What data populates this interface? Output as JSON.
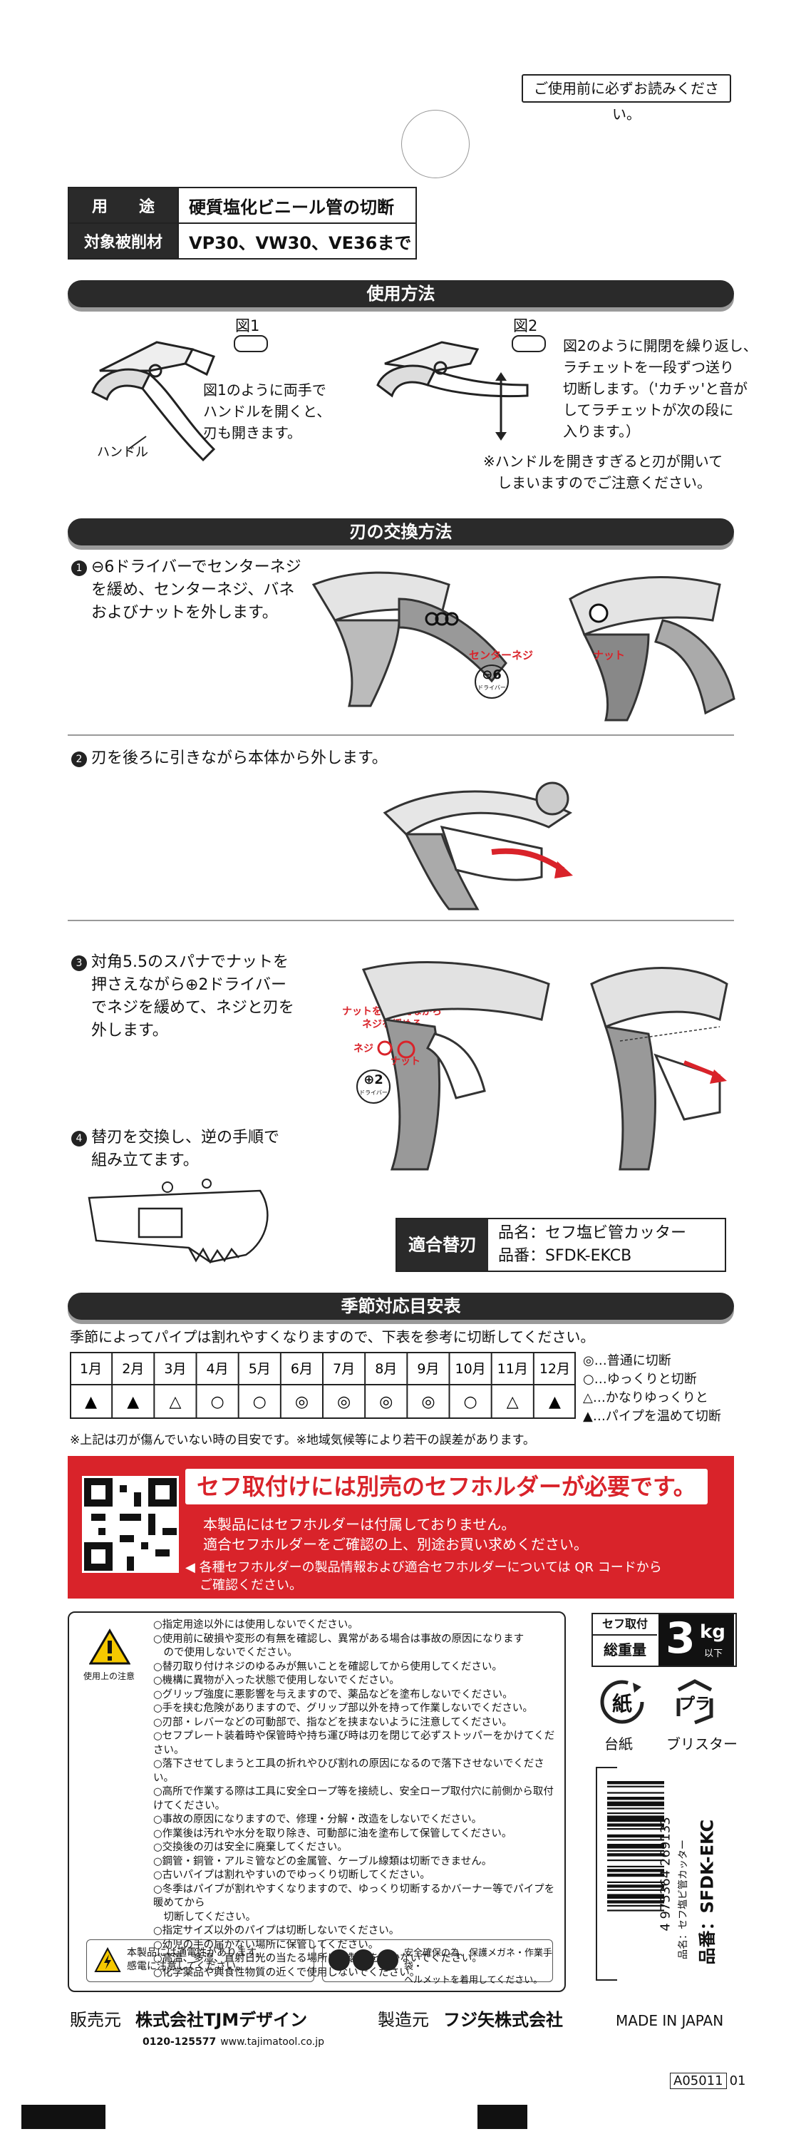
{
  "header": {
    "notice": "ご使用前に必ずお読みください。"
  },
  "spec": {
    "rows": [
      {
        "label": "用　　途",
        "value": "硬質塩化ビニール管の切断"
      },
      {
        "label": "対象被削材",
        "value": "VP30、VW30、VE36まで"
      }
    ]
  },
  "usage": {
    "title": "使用方法",
    "fig1": {
      "label": "図1",
      "text": [
        "図1のように両手で",
        "ハンドルを開くと、",
        "刃も開きます。"
      ],
      "handle_label": "ハンドル"
    },
    "fig2": {
      "label": "図2",
      "text": [
        "図2のように開閉を繰り返し、",
        "ラチェットを一段ずつ送り",
        "切断します。（'カチッ'と音が",
        "してラチェットが次の段に",
        "入ります。）"
      ]
    },
    "note": [
      "※ハンドルを開きすぎると刃が開いて",
      "しまいますのでご注意ください。"
    ]
  },
  "blade": {
    "title": "刃の交換方法",
    "step1": {
      "num": "1",
      "text": [
        "⊖6ドライバーでセンターネジ",
        "を緩め、センターネジ、バネ",
        "およびナットを外します。"
      ],
      "label_screw": "センターネジ",
      "label_nut": "ナット",
      "driver": "⊖6",
      "driver_sub": "ドライバー"
    },
    "step2": {
      "num": "2",
      "text": "刃を後ろに引きながら本体から外します。"
    },
    "step3": {
      "num": "3",
      "text": [
        "対角5.5のスパナでナットを",
        "押さえながら⊕2ドライバー",
        "でネジを緩めて、ネジと刃を",
        "外します。"
      ],
      "label_hold": [
        "ナットを押さえながら",
        "ネジを緩める"
      ],
      "label_screw": "ネジ",
      "label_nut": "ナット",
      "driver": "⊕2",
      "driver_sub": "ドライバー"
    },
    "step4": {
      "num": "4",
      "text": [
        "替刃を交換し、逆の手順で",
        "組み立てます。"
      ]
    },
    "replacement": {
      "heading": "適合替刃",
      "name": "品名：セフ塩ビ管カッター",
      "code": "品番：SFDK-EKCB"
    }
  },
  "season": {
    "title": "季節対応目安表",
    "intro": "季節によってパイプは割れやすくなりますので、下表を参考に切断してください。",
    "months": [
      "1月",
      "2月",
      "3月",
      "4月",
      "5月",
      "6月",
      "7月",
      "8月",
      "9月",
      "10月",
      "11月",
      "12月"
    ],
    "marks": [
      "▲",
      "▲",
      "△",
      "○",
      "○",
      "◎",
      "◎",
      "◎",
      "◎",
      "○",
      "△",
      "▲"
    ],
    "legend": [
      "◎…普通に切断",
      "○…ゆっくりと切断",
      "△…かなりゆっくりと",
      "▲…パイプを温めて切断"
    ],
    "note": "※上記は刃が傷んでいない時の目安です。※地域気候等により若干の誤差があります。"
  },
  "holder": {
    "headline": "セフ取付けには別売のセフホルダーが必要です。",
    "sub": [
      "本製品にはセフホルダーは付属しておりません。",
      "適合セフホルダーをご確認の上、別途お買い求めください。"
    ],
    "qr_note": [
      "◀ 各種セフホルダーの製品情報および適合セフホルダーについては QR コードから",
      "ご確認ください。"
    ],
    "accent": "#d9232a"
  },
  "caution": {
    "icon_label": "使用上の注意",
    "items": [
      "○指定用途以外には使用しないでください。",
      "○使用前に破損や変形の有無を確認し、異常がある場合は事故の原因になります",
      "　ので使用しないでください。",
      "○替刃取り付けネジのゆるみが無いことを確認してから使用してください。",
      "○機構に異物が入った状態で使用しないでください。",
      "○グリップ強度に悪影響を与えますので、薬品などを塗布しないでください。",
      "○手を挟む危険がありますので、グリップ部以外を持って作業しないでください。",
      "○刃部・レバーなどの可動部で、指などを挟まないように注意してください。",
      "○セフプレート装着時や保管時や持ち運び時は刃を閉じて必ずストッパーをかけてください。",
      "○落下させてしまうと工具の折れやひび割れの原因になるので落下させないでください。",
      "○高所で作業する際は工具に安全ロープ等を接続し、安全ロープ取付穴に前側から取付けてください。",
      "○事故の原因になりますので、修理・分解・改造をしないでください。",
      "○作業後は汚れや水分を取り除き、可動部に油を塗布して保管してください。",
      "○交換後の刃は安全に廃棄してください。",
      "○鋼管・銅管・アルミ管などの金属管、ケーブル線類は切断できません。",
      "○古いパイプは割れやすいのでゆっくり切断してください。",
      "○冬季はパイプが割れやすくなりますので、ゆっくり切断するかバーナー等でパイプを暖めてから",
      "　切断してください。",
      "○指定サイズ以外のパイプは切断しないでください。",
      "○幼児の手の届かない場所に保管してください。",
      "○高温、多湿、直射日光の当たる場所に本製品を置かないでください。",
      "○化学薬品や興食性物質の近くで使用しないでください。"
    ],
    "electric": [
      "本製品には通電性があります。",
      "感電に注意してください。"
    ],
    "protect": [
      "安全確保の為、保護メガネ・作業手袋・",
      "ヘルメットを着用してください。"
    ]
  },
  "weight": {
    "label1": "セフ取付",
    "label2": "総重量",
    "value": "3",
    "unit": "kg",
    "suffix": "以下"
  },
  "recycle": {
    "paper": "紙",
    "paper_label": "台紙",
    "plastic": "プラ",
    "plastic_label": "ブリスター"
  },
  "barcode": {
    "number": "4 975364 269133",
    "name": "品名：セフ塩ビ管カッター",
    "code": "品番：SFDK-EKC"
  },
  "footer": {
    "seller_label": "販売元",
    "seller": "株式会社TJMデザイン",
    "maker_label": "製造元",
    "maker": "フジ矢株式会社",
    "origin": "MADE IN JAPAN",
    "phone": "0120-125577",
    "site": "www.tajimatool.co.jp",
    "code": "A05011",
    "code_suffix": "01"
  }
}
